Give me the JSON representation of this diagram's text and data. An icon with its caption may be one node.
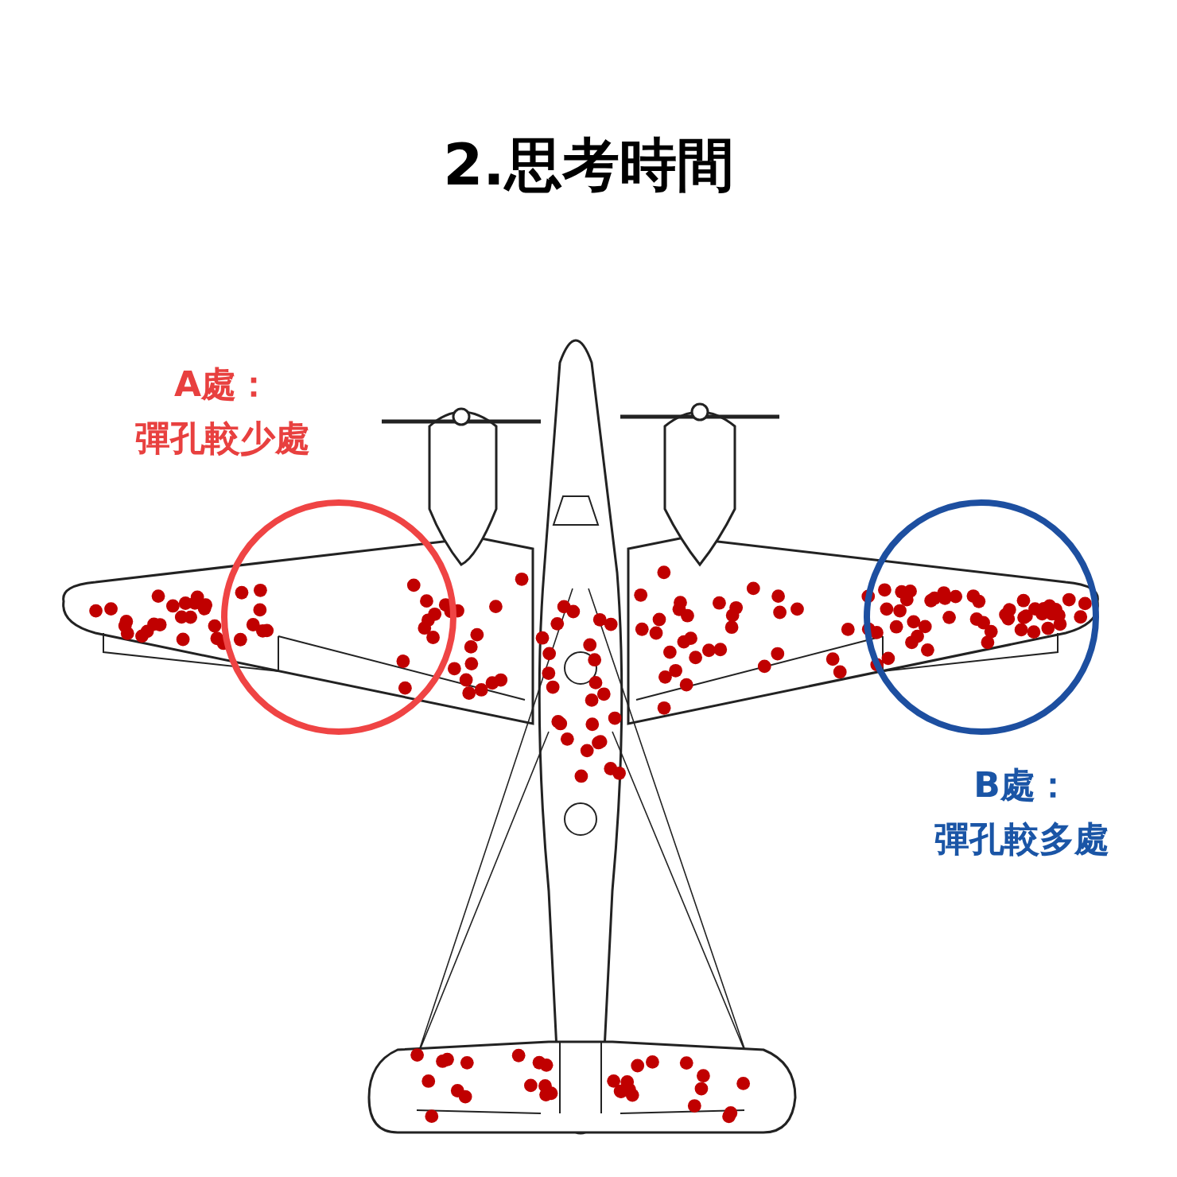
{
  "diagram": {
    "title": "2.思考時間",
    "nodes": [
      {
        "text": [
          "A處：",
          "彈孔較少處"
        ]
      },
      {
        "text": [
          "B處：",
          "彈孔較多處"
        ]
      }
    ]
  }
}
